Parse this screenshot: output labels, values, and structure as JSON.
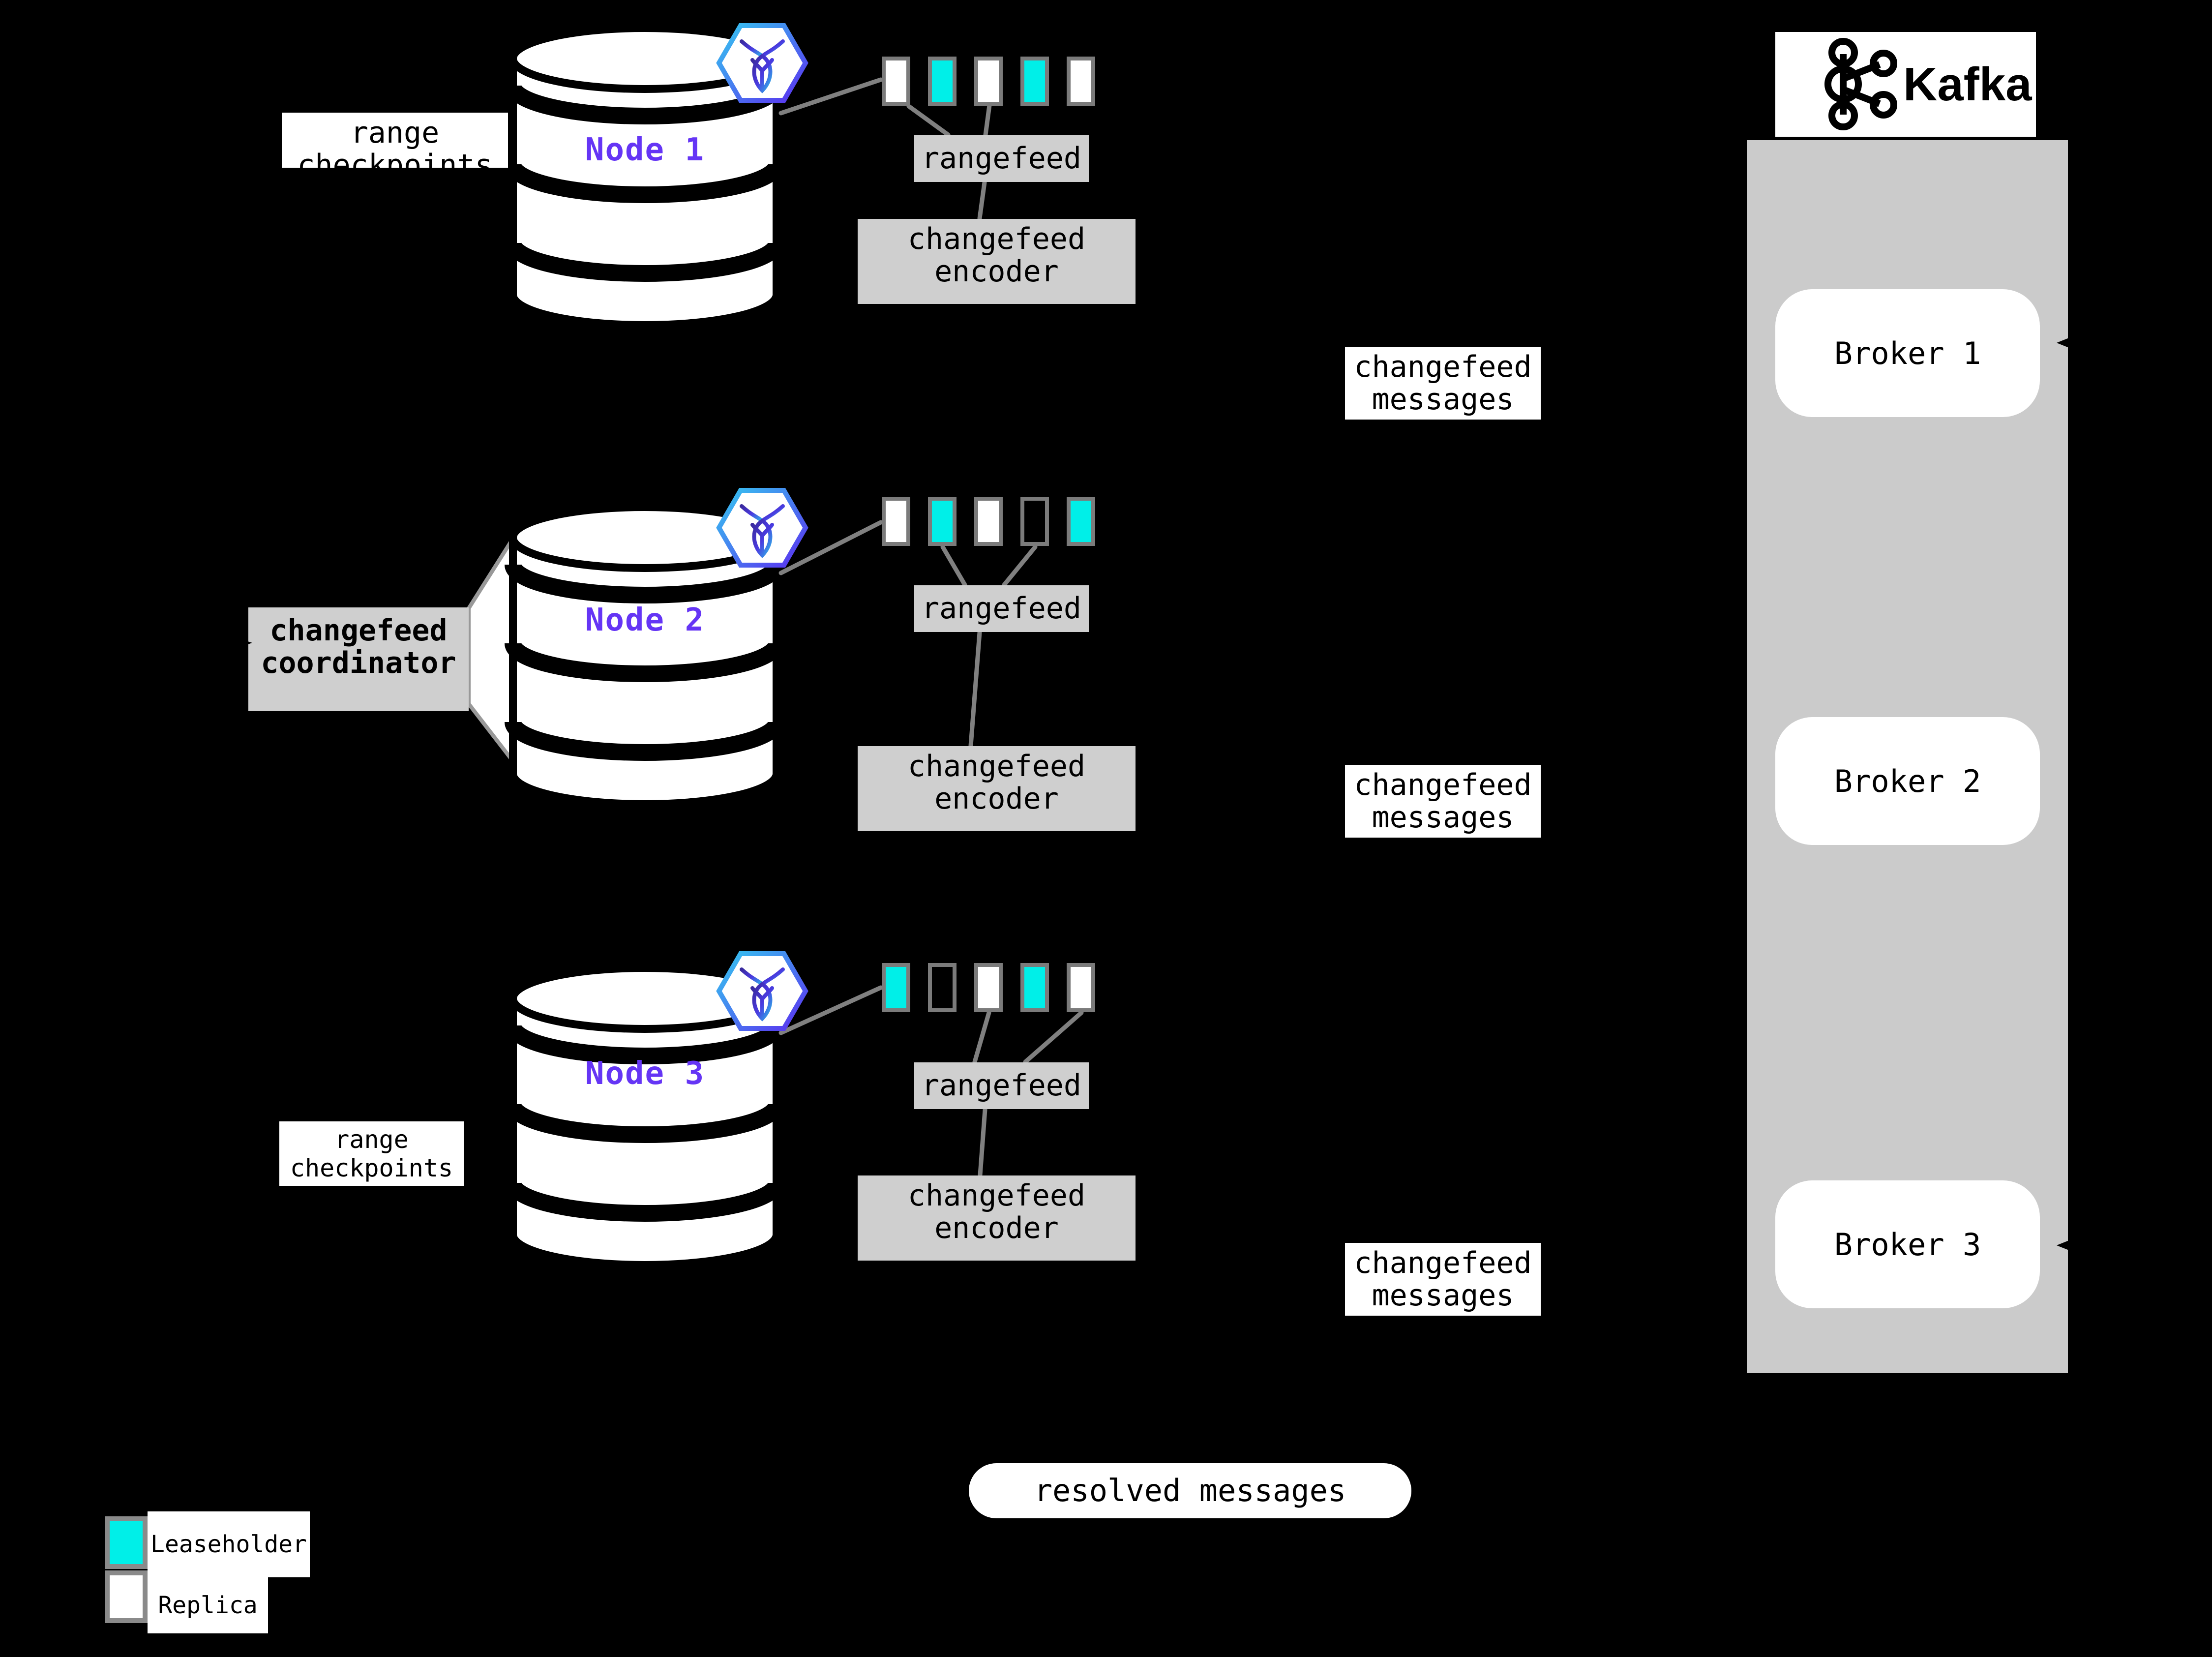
{
  "colors": {
    "background": "#000000",
    "leaseholder": "#00efe8",
    "replica": "#ffffff",
    "empty": "transparent",
    "node_label": "#6535f5",
    "box_gray": "#cfcfcf",
    "kafka_container_gray": "#cbcbcb",
    "connector_gray": "#808080",
    "square_border_gray": "#7b7b7b",
    "text": "#000000"
  },
  "nodes": [
    {
      "label": "Node 1",
      "badge": "cockroachdb-icon",
      "squares": [
        "replica",
        "leaseholder",
        "replica",
        "leaseholder",
        "replica"
      ],
      "rangefeed_label": "rangefeed",
      "encoder_lines": [
        "changefeed",
        "encoder"
      ]
    },
    {
      "label": "Node 2",
      "badge": "cockroachdb-icon",
      "squares": [
        "replica",
        "leaseholder",
        "replica",
        "empty",
        "leaseholder"
      ],
      "rangefeed_label": "rangefeed",
      "encoder_lines": [
        "changefeed",
        "encoder"
      ]
    },
    {
      "label": "Node 3",
      "badge": "cockroachdb-icon",
      "squares": [
        "leaseholder",
        "empty",
        "replica",
        "leaseholder",
        "replica"
      ],
      "rangefeed_label": "rangefeed",
      "encoder_lines": [
        "changefeed",
        "encoder"
      ]
    }
  ],
  "labels": {
    "range_checkpoints": [
      "range",
      "checkpoints"
    ],
    "coordinator": [
      "changefeed",
      "coordinator"
    ],
    "changefeed_messages": [
      "changefeed",
      "messages"
    ],
    "resolved": "resolved messages"
  },
  "legend": [
    {
      "label": "Leaseholder",
      "type": "leaseholder"
    },
    {
      "label": "Replica",
      "type": "replica"
    }
  ],
  "kafka": {
    "brand": "Kafka",
    "brokers": [
      "Broker 1",
      "Broker 2",
      "Broker 3"
    ]
  }
}
